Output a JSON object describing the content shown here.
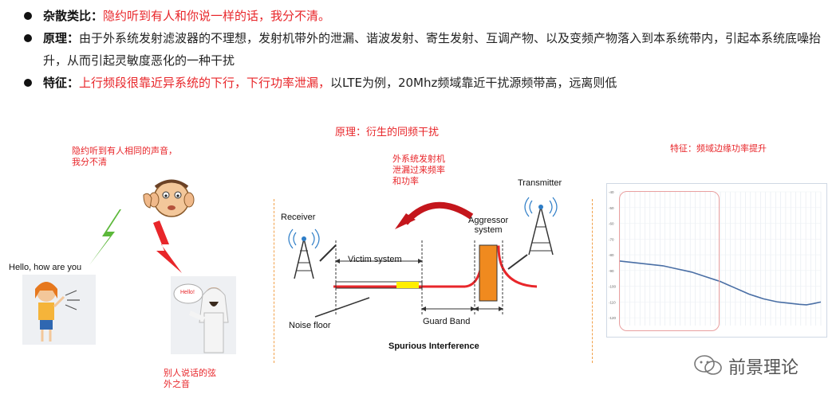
{
  "bullets": [
    {
      "label": "杂散类比：",
      "text_red": "隐约听到有人和你说一样的话，我分不清。",
      "text": ""
    },
    {
      "label": "原理：",
      "text_red": "",
      "text": "由于外系统发射滤波器的不理想，发射机带外的泄漏、谐波发射、寄生发射、互调产物、以及变频产物落入到本系统带内，引起本系统底噪抬升，从而引起灵敏度恶化的一种干扰"
    },
    {
      "label": "特征：",
      "text_red": "上行频段很靠近异系统的下行，下行功率泄漏，",
      "text": "以LTE为例，20Mhz频域靠近干扰源频带高，远离则低"
    }
  ],
  "left_panel": {
    "caption_top": "隐约听到有人相同的声音，\n我分不清",
    "hello_text": "Hello, how are you",
    "bubble_text": "Hello!",
    "caption_bottom": "别人说话的弦\n外之音"
  },
  "center_panel": {
    "title": "原理：衍生的同频干扰",
    "leak_caption": "外系统发射机\n泄漏过来频率\n和功率",
    "transmitter": "Transmitter",
    "receiver": "Receiver",
    "aggressor": "Aggressor\nsystem",
    "victim": "Victim system",
    "noise_floor": "Noise floor",
    "guard_band": "Guard Band",
    "diagram_title": "Spurious Interference"
  },
  "right_panel": {
    "caption": "特征：频域边缘功率提升"
  },
  "chart_data": {
    "type": "line",
    "title": "",
    "xlabel": "",
    "ylabel": "",
    "y_ticks": [
      "-40",
      "-50",
      "-60",
      "-70",
      "-80",
      "-90",
      "-100",
      "-110",
      "-120"
    ],
    "ylim": [
      -125,
      -40
    ],
    "grid": true,
    "series": [
      {
        "values": [
          -84,
          -84.5,
          -85,
          -85.5,
          -86,
          -86.5,
          -87,
          -88,
          -89,
          -90,
          -91,
          -92.5,
          -94,
          -95.5,
          -97,
          -99,
          -101,
          -103,
          -105,
          -106.5,
          -108,
          -109,
          -110,
          -110.5,
          -111,
          -111.5,
          -111.8,
          -111,
          -110
        ]
      }
    ],
    "color": "#4a6fa5"
  },
  "watermark": "前景理论",
  "colors": {
    "accent_red": "#e8262a",
    "line_blue": "#4a6fa5",
    "aggressor_orange": "#f08a1f",
    "victim_yellow": "#ffee00"
  }
}
